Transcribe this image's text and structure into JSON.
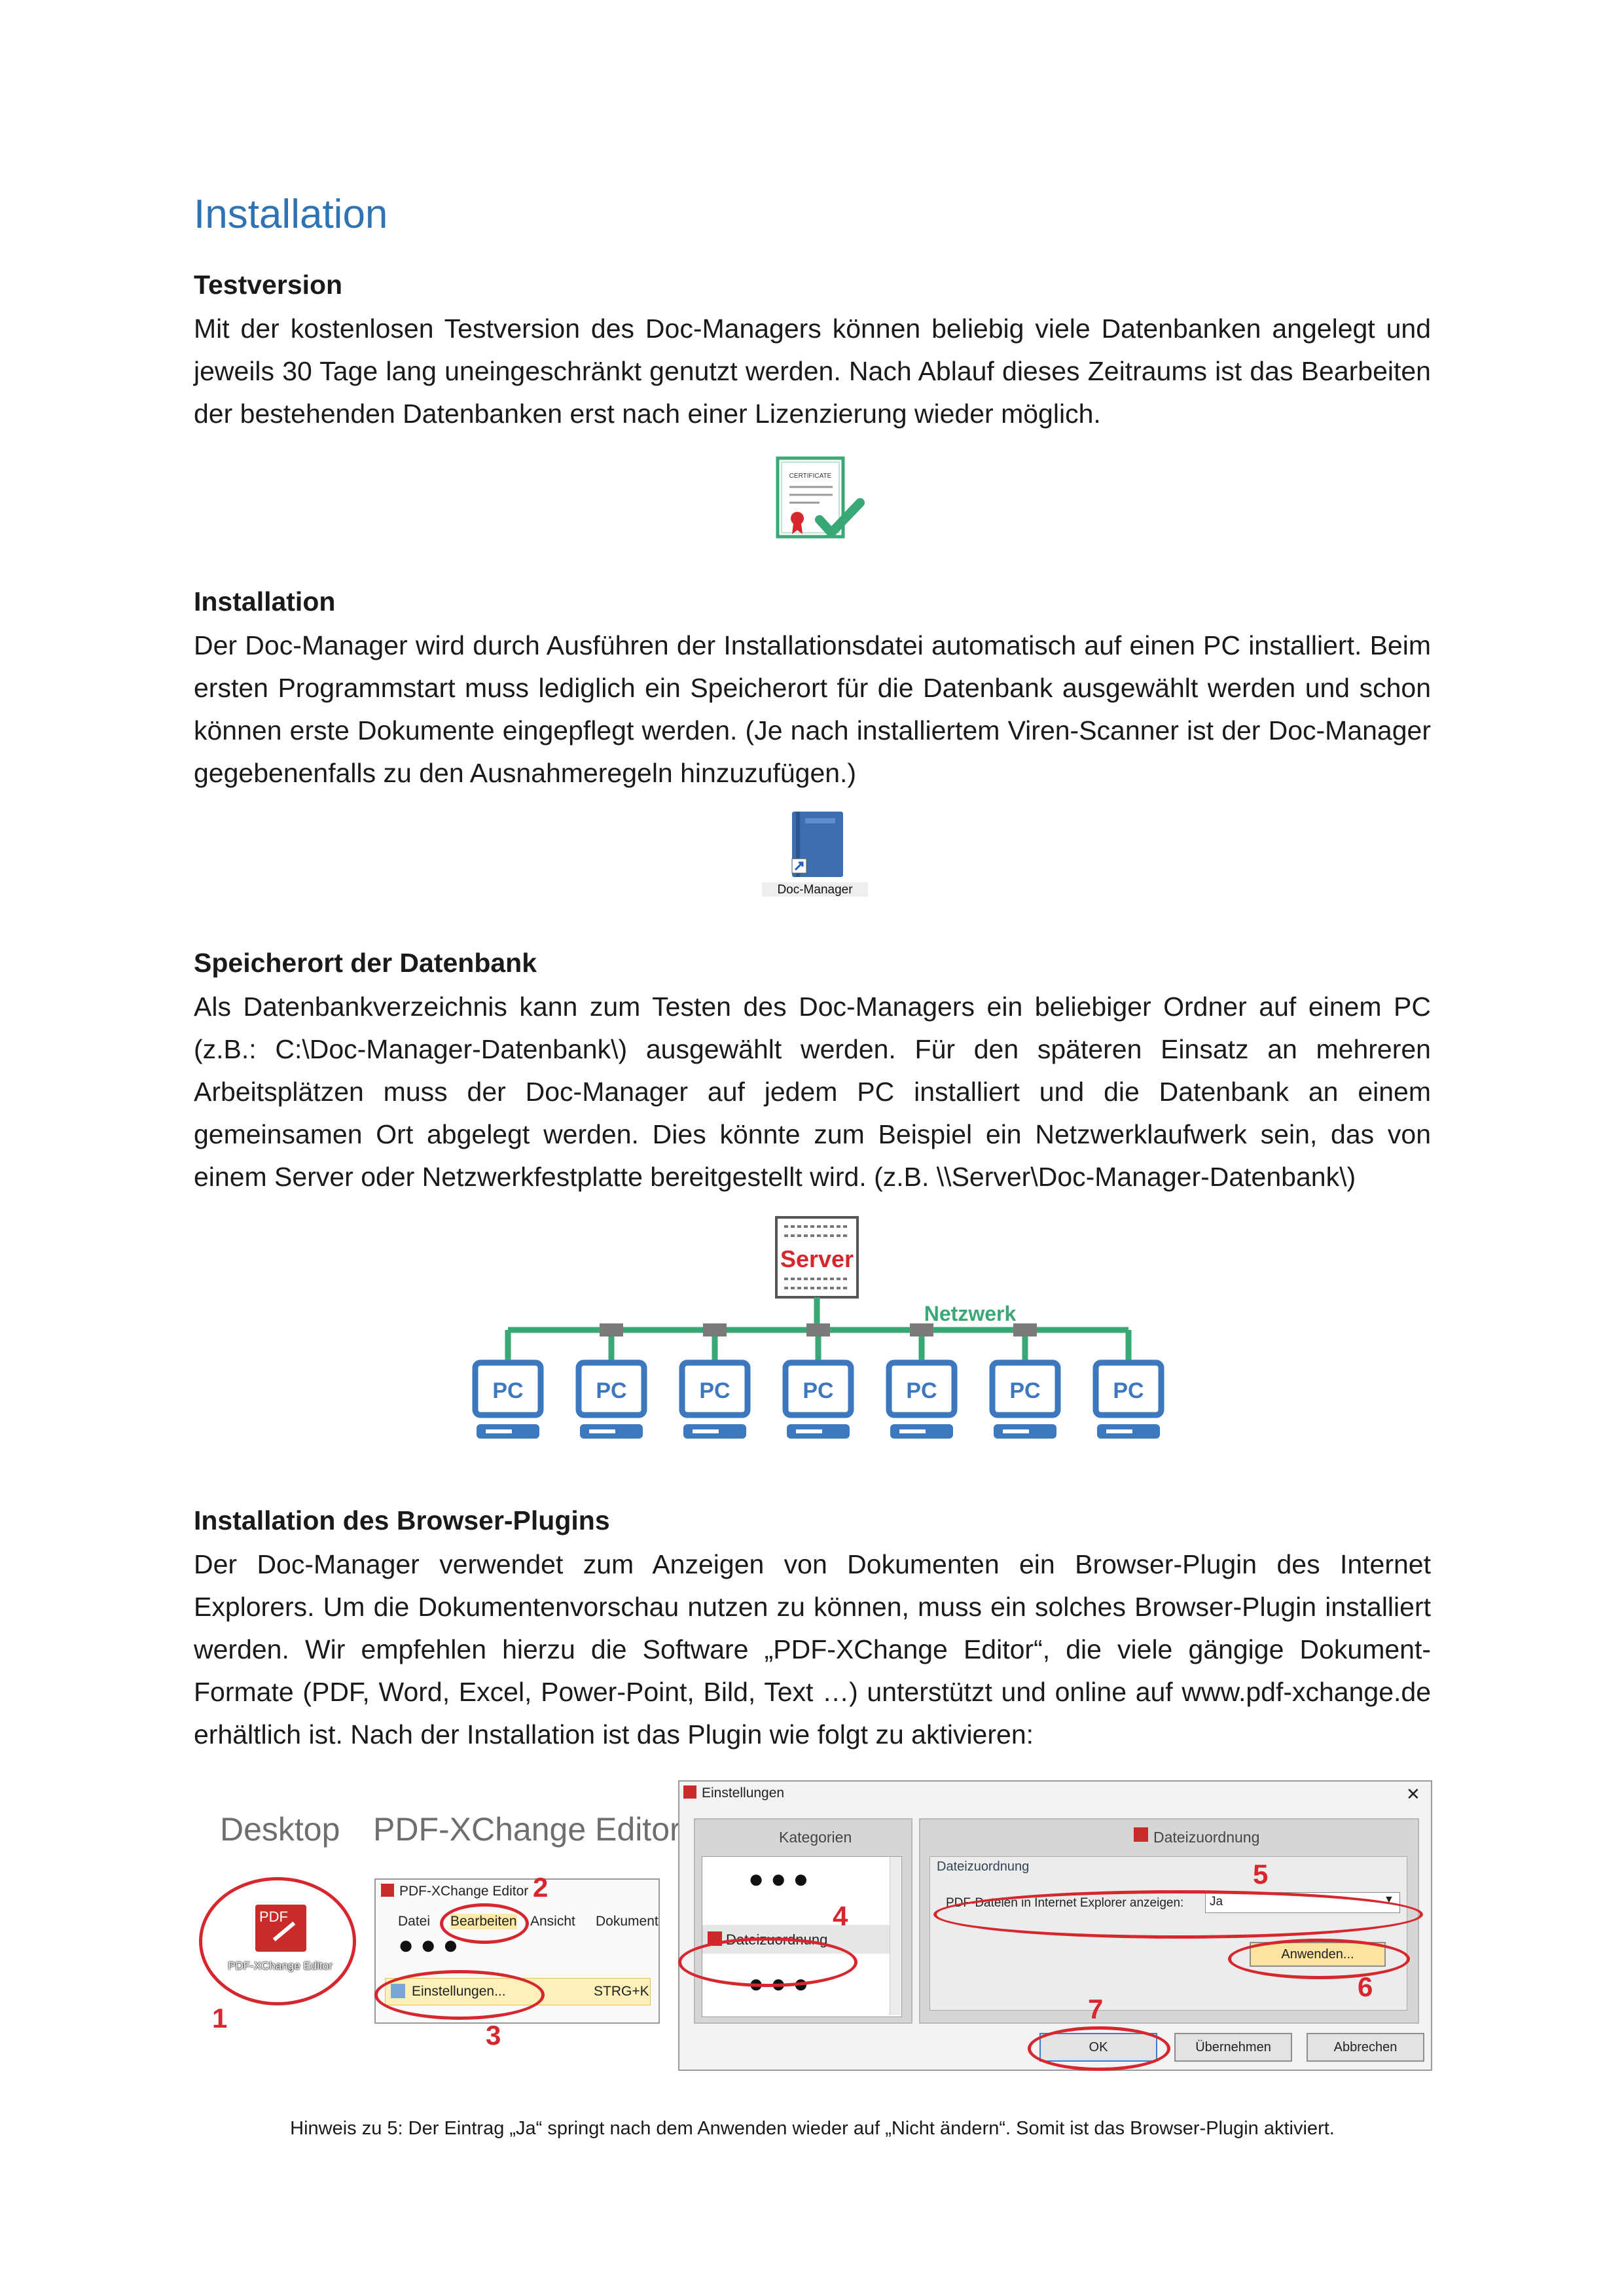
{
  "title": "Installation",
  "sections": [
    {
      "heading": "Testversion",
      "text": "Mit der kostenlosen Testversion des Doc-Managers können beliebig viele Datenbanken angelegt und jeweils 30 Tage lang uneingeschränkt genutzt werden. Nach Ablauf dieses Zeitraums ist das Bearbeiten der bestehenden Datenbanken erst nach einer Lizenzierung wieder möglich."
    },
    {
      "heading": "Installation",
      "text": "Der Doc-Manager wird durch Ausführen der Installationsdatei automatisch auf einen PC installiert. Beim ersten Programmstart muss lediglich ein Speicherort für die Datenbank ausgewählt werden und schon können erste Dokumente eingepflegt werden. (Je nach installiertem Viren-Scanner ist der Doc-Manager gegebenenfalls zu den Ausnahmeregeln hinzuzufügen.)"
    },
    {
      "heading": "Speicherort der Datenbank",
      "text": "Als Datenbankverzeichnis kann zum Testen des Doc-Managers ein beliebiger Ordner auf einem PC (z.B.: C:\\Doc-Manager-Datenbank\\) ausgewählt werden. Für den späteren Einsatz an mehreren Arbeitsplätzen muss der Doc-Manager auf jedem PC installiert und die Datenbank an einem gemeinsamen Ort abgelegt werden. Dies könnte zum Beispiel ein Netzwerklaufwerk sein, das von einem Server oder Netzwerkfestplatte bereitgestellt wird. (z.B. \\\\Server\\Doc-Manager-Datenbank\\)"
    },
    {
      "heading": "Installation des Browser-Plugins",
      "text": "Der Doc-Manager verwendet zum Anzeigen von Dokumenten ein Browser-Plugin des Internet Explorers. Um die Dokumentenvorschau nutzen zu können, muss ein solches Browser-Plugin installiert werden. Wir empfehlen hierzu die Software „PDF-XChange Editor“, die viele gängige Dokument-Formate (PDF, Word, Excel, Power-Point, Bild, Text …) unterstützt und online auf www.pdf-xchange.de erhältlich ist. Nach der Installation ist das Plugin wie folgt zu aktivieren:"
    }
  ],
  "certificate": {
    "label": "CERTIFICATE",
    "icon": "certificate-check-icon",
    "accent": "#3aa876"
  },
  "docmanager_icon": {
    "label": "Doc-Manager",
    "icon": "doc-manager-app-icon",
    "color": "#3d6fb0"
  },
  "network": {
    "server_label": "Server",
    "network_label": "Netzwerk",
    "pc_label": "PC",
    "pc_count": 7,
    "line_color": "#3aa876",
    "pc_color": "#3d78be",
    "server_color": "#d6262e"
  },
  "screenshot": {
    "desktop_label": "Desktop",
    "editor_label": "PDF-XChange Editor",
    "desktop_icon_text": "PDF",
    "desktop_icon_caption": "PDF-XChange Editor",
    "editor_window_title": "PDF-XChange Editor",
    "menu_items": [
      "Datei",
      "Bearbeiten",
      "Ansicht",
      "Dokument"
    ],
    "dots": "●●●",
    "einstellungen_item": "Einstellungen...",
    "shortcut": "STRG+K",
    "settings_title": "Einstellungen",
    "close_glyph": "✕",
    "kategorien": "Kategorien",
    "dateizuordnung_item": "Dateizuordnung",
    "panel_title": "Dateizuordnung",
    "group_title": "Dateizuordnung",
    "option_label": "PDF-Dateien in Internet Explorer anzeigen:",
    "option_value": "Ja",
    "apply_button": "Anwenden...",
    "ok_button": "OK",
    "take_button": "Übernehmen",
    "cancel_button": "Abbrechen",
    "step_numbers": [
      "1",
      "2",
      "3",
      "4",
      "5",
      "6",
      "7"
    ]
  },
  "note": "Hinweis zu 5: Der Eintrag „Ja“ springt nach dem Anwenden wieder auf „Nicht ändern“. Somit ist das Browser-Plugin aktiviert."
}
